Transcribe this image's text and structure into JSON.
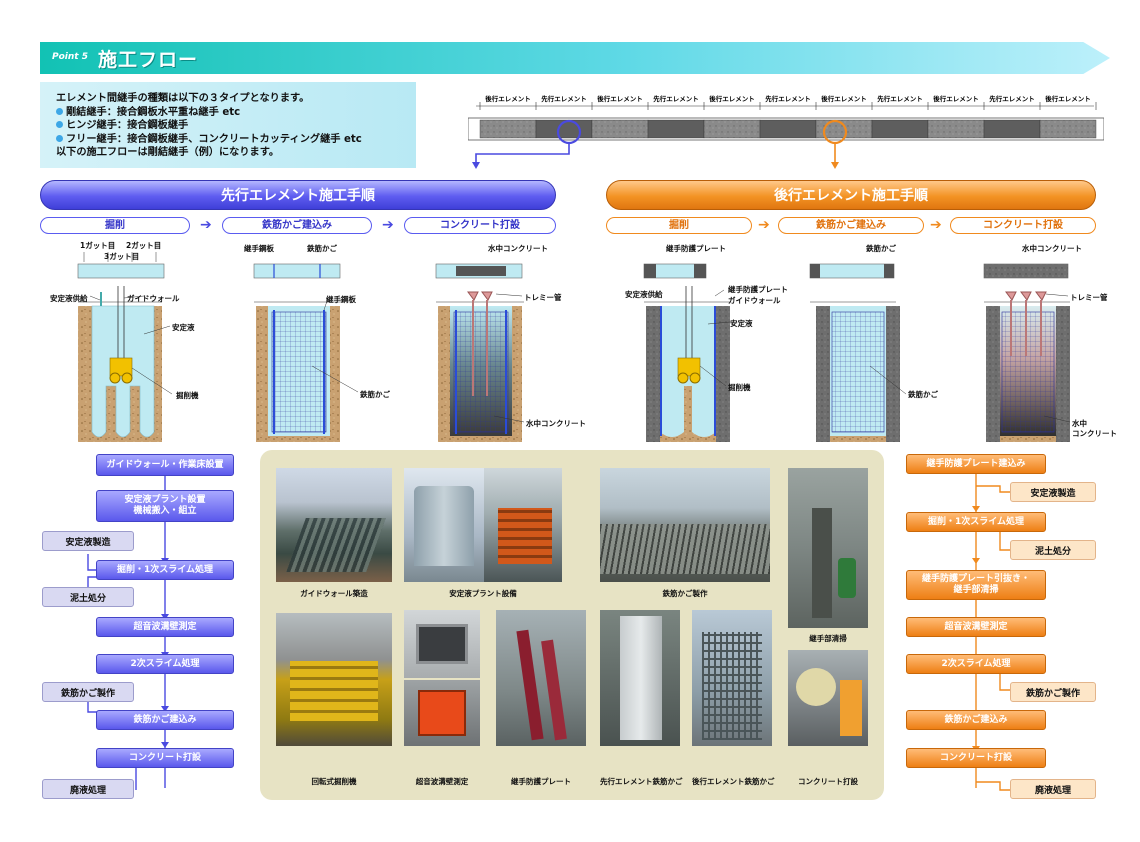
{
  "header": {
    "point": "Point 5",
    "title": "施工フロー"
  },
  "intro": {
    "line1": "エレメント間継手の種類は以下の３タイプとなります。",
    "line2": "剛結継手：接合鋼板水平重ね継手 etc",
    "line3": "ヒンジ継手：接合鋼板継手",
    "line4": "フリー継手：接合鋼板継手、コンクリートカッティング継手 etc",
    "line5": "以下の施工フローは剛結継手（例）になります。"
  },
  "strip": {
    "labels": [
      "後行エレメント",
      "先行エレメント",
      "後行エレメント",
      "先行エレメント",
      "後行エレメント",
      "先行エレメント",
      "後行エレメント",
      "先行エレメント",
      "後行エレメント",
      "先行エレメント",
      "後行エレメント"
    ]
  },
  "colors": {
    "lead": "#4a4ae0",
    "follow": "#f08a1e",
    "water": "#bfeaf2",
    "soil": "#c9a171"
  },
  "left": {
    "title": "先行エレメント施工手順",
    "steps": [
      "掘削",
      "鉄筋かご建込み",
      "コンクリート打設"
    ],
    "labels": {
      "guts1": "1ガット目",
      "guts2": "2ガット目",
      "guts3": "3ガット目",
      "supply": "安定液供給",
      "guidewall": "ガイドウォール",
      "fluid": "安定液",
      "machine": "掘削機",
      "jointplate": "継手鋼板",
      "cage": "鉄筋かご",
      "jointplate2": "継手鋼板",
      "cage2": "鉄筋かご",
      "uwc_top": "水中コンクリート",
      "tremie": "トレミー管",
      "uwc": "水中コンクリート"
    },
    "flow": [
      "ガイドウォール・作業床設置",
      "安定液プラント設置\n機械搬入・組立",
      "掘削・1次スライム処理",
      "超音波溝壁測定",
      "2次スライム処理",
      "鉄筋かご建込み",
      "コンクリート打設"
    ],
    "side": [
      "安定液製造",
      "泥土処分",
      "鉄筋かご製作",
      "廃液処理"
    ]
  },
  "right": {
    "title": "後行エレメント施工手順",
    "steps": [
      "掘削",
      "鉄筋かご建込み",
      "コンクリート打設"
    ],
    "labels": {
      "protplate": "継手防護プレート",
      "supply": "安定液供給",
      "protplate2": "継手防護プレート",
      "guidewall": "ガイドウォール",
      "fluid": "安定液",
      "machine": "掘削機",
      "cage": "鉄筋かご",
      "cage2": "鉄筋かご",
      "uwc_top": "水中コンクリート",
      "tremie": "トレミー管",
      "uwc1": "水中",
      "uwc2": "コンクリート"
    },
    "flow": [
      "継手防護プレート建込み",
      "掘削・1次スライム処理",
      "継手防護プレート引抜き・\n継手部清掃",
      "超音波溝壁測定",
      "2次スライム処理",
      "鉄筋かご建込み",
      "コンクリート打設"
    ],
    "side": [
      "安定液製造",
      "泥土処分",
      "鉄筋かご製作",
      "廃液処理"
    ]
  },
  "photos": {
    "captions": [
      "ガイドウォール築造",
      "安定液プラント設備",
      "鉄筋かご製作",
      "継手部清掃",
      "回転式掘削機",
      "超音波溝壁測定",
      "継手防護プレート",
      "先行エレメント鉄筋かご",
      "後行エレメント鉄筋かご",
      "コンクリート打設"
    ]
  }
}
